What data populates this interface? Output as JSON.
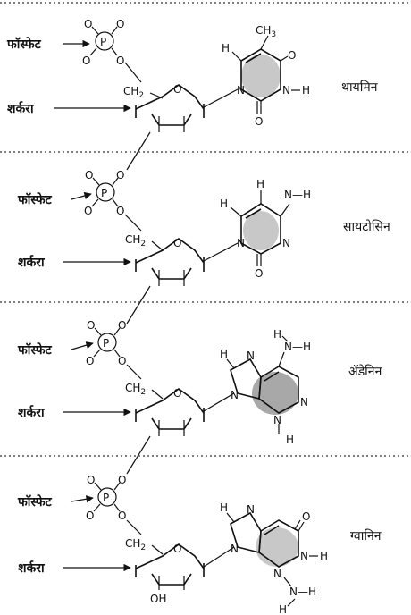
{
  "labels": {
    "phosphate": "फॉस्फेट",
    "sugar": "शर्करा"
  },
  "atoms": {
    "P": "P",
    "O": "O",
    "N": "N",
    "H": "H",
    "C": "C",
    "CH": "CH",
    "sub2": "2",
    "sub3": "3",
    "OH": "OH",
    "NH": "N—H"
  },
  "nucleotides": [
    {
      "base": "थायमिन"
    },
    {
      "base": "सायटोसिन"
    },
    {
      "base": "ॲडेनिन"
    },
    {
      "base": "ग्वानिन"
    }
  ]
}
